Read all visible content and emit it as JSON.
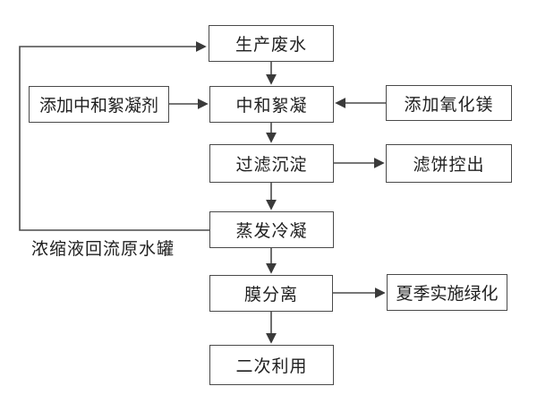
{
  "diagram": {
    "type": "flowchart",
    "background_color": "#ffffff",
    "line_color": "#4a4a4a",
    "text_color": "#1f1f1f",
    "nodes": [
      {
        "id": "production-wastewater",
        "label": "生产废水"
      },
      {
        "id": "add-neutralizing-flocculant",
        "label": "添加中和絮凝剂"
      },
      {
        "id": "neutralization-flocculation",
        "label": "中和絮凝"
      },
      {
        "id": "add-magnesium-oxide",
        "label": "添加氧化镁"
      },
      {
        "id": "filtration-sedimentation",
        "label": "过滤沉淀"
      },
      {
        "id": "filter-cake-discharge",
        "label": "滤饼控出"
      },
      {
        "id": "evaporation-condensation",
        "label": "蒸发冷凝"
      },
      {
        "id": "membrane-separation",
        "label": "膜分离"
      },
      {
        "id": "summer-greening",
        "label": "夏季实施绿化"
      },
      {
        "id": "secondary-reuse",
        "label": "二次利用"
      }
    ],
    "edge_label": "浓缩液回流原水罐",
    "edges": [
      "生产废水 → 中和絮凝",
      "添加中和絮凝剂 → 中和絮凝",
      "添加氧化镁 → 中和絮凝",
      "中和絮凝 → 过滤沉淀",
      "过滤沉淀 → 滤饼控出",
      "过滤沉淀 → 蒸发冷凝",
      "蒸发冷凝 → 生产废水 (浓缩液回流原水罐)",
      "蒸发冷凝 → 膜分离",
      "膜分离 → 夏季实施绿化",
      "膜分离 → 二次利用"
    ]
  }
}
